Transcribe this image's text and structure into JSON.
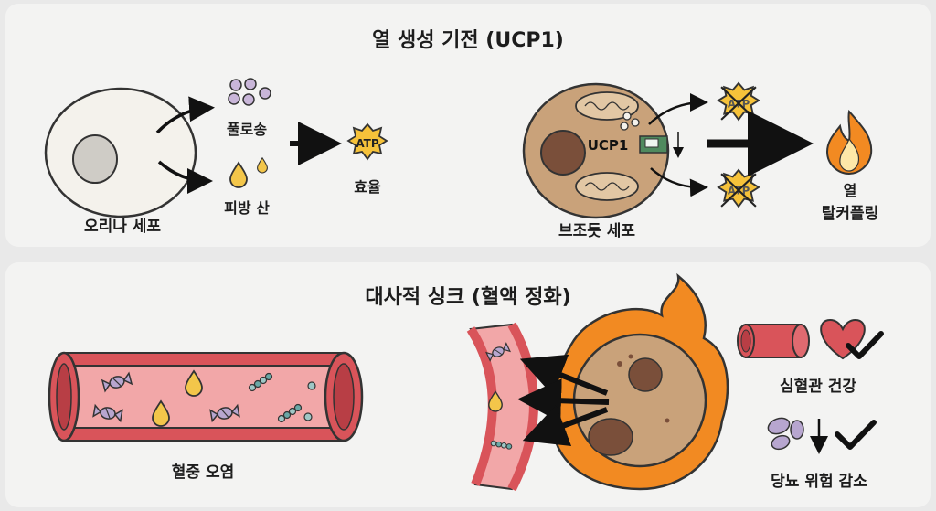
{
  "top": {
    "title": "열 생성 기전 (UCP1)",
    "white_cell_label": "오리나 세포",
    "output_glucose_label": "풀로송",
    "output_fat_label": "피방 산",
    "efficiency_label": "효율",
    "atp_label": "ATP",
    "brown_cell_label": "브조듯 세포",
    "ucp1_label": "UCP1",
    "heat_label_line1": "열",
    "heat_label_line2": "탈커플링"
  },
  "bottom": {
    "title": "대사적 싱크 (혈액 정화)",
    "vessel_label": "혈중 오염",
    "cardio_label": "심혈관 건강",
    "diabetes_label": "당뇨 위험 감소"
  },
  "colors": {
    "brown_cell": "#c9a27a",
    "brown_nucleus": "#7a4f3a",
    "vessel_red": "#d9545a",
    "flame_orange": "#f28a22",
    "atp_yellow": "#f6c23a",
    "ucp1_green": "#4f8a5e",
    "heart_red": "#d9545a"
  },
  "icons": [
    "arrow-icon",
    "atp-burst-icon",
    "flame-icon",
    "heart-icon",
    "check-icon",
    "candy-icon",
    "fat-droplet-icon",
    "down-arrow-icon"
  ]
}
